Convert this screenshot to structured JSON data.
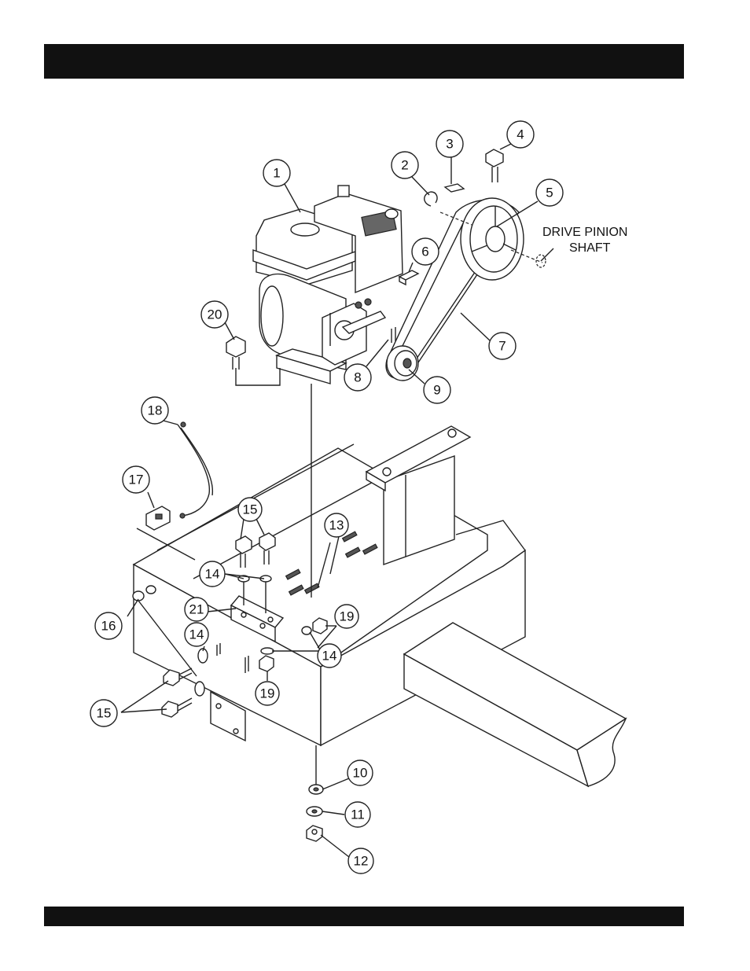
{
  "header_bar": {
    "text": ""
  },
  "footer_bar": {
    "text": ""
  },
  "diagram": {
    "labels": {
      "drive_pinion_line1": "DRIVE PINION",
      "drive_pinion_line2": "SHAFT"
    },
    "callouts": {
      "c1": "1",
      "c2": "2",
      "c3": "3",
      "c4": "4",
      "c5": "5",
      "c6": "6",
      "c7": "7",
      "c8": "8",
      "c9": "9",
      "c10": "10",
      "c11": "11",
      "c12": "12",
      "c13": "13",
      "c14a": "14",
      "c14b": "14",
      "c14c": "14",
      "c15a": "15",
      "c15b": "15",
      "c16": "16",
      "c17": "17",
      "c18": "18",
      "c19a": "19",
      "c19b": "19",
      "c20": "20",
      "c21": "21"
    }
  }
}
